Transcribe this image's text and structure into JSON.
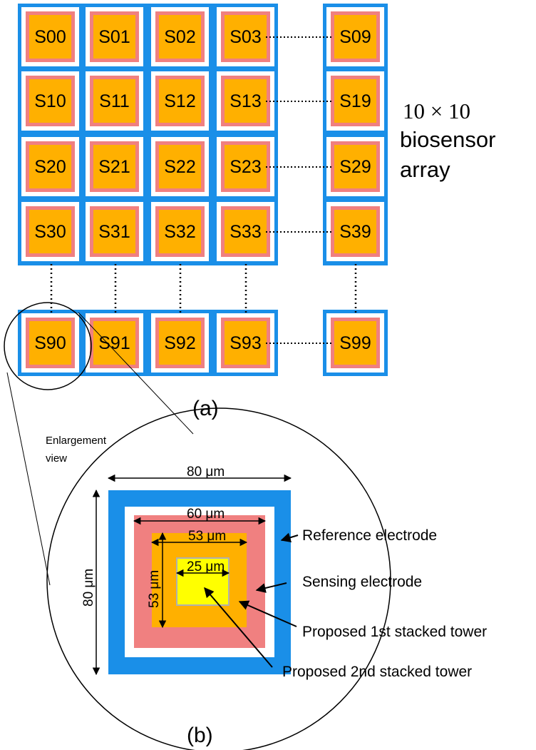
{
  "colors": {
    "reference_electrode": "#1a8fe8",
    "gap": "#ffffff",
    "sensing_electrode": "#f08080",
    "tower_1st": "#ffb000",
    "tower_2nd": "#ffff00",
    "line": "#000000"
  },
  "array": {
    "title_math": "10 × 10",
    "title_line1": "biosensor",
    "title_line2": "array",
    "rows": [
      [
        "S00",
        "S01",
        "S02",
        "S03",
        "S09"
      ],
      [
        "S10",
        "S11",
        "S12",
        "S13",
        "S19"
      ],
      [
        "S20",
        "S21",
        "S22",
        "S23",
        "S29"
      ],
      [
        "S30",
        "S31",
        "S32",
        "S33",
        "S39"
      ],
      [
        "S90",
        "S91",
        "S92",
        "S93",
        "S99"
      ]
    ]
  },
  "captions": {
    "a": "(a)",
    "b": "(b)"
  },
  "enlargement": {
    "note_line1": "Enlargement",
    "note_line2": "view",
    "dim_outer_width": "80 μm",
    "dim_outer_height": "80 μm",
    "dim_sensing": "60 μm",
    "dim_tower1_width": "53 μm",
    "dim_tower1_height": "53 μm",
    "dim_tower2": "25 μm",
    "label_reference": "Reference electrode",
    "label_sensing": "Sensing electrode",
    "label_tower1": "Proposed 1st stacked tower",
    "label_tower2": "Proposed 2nd stacked tower"
  }
}
